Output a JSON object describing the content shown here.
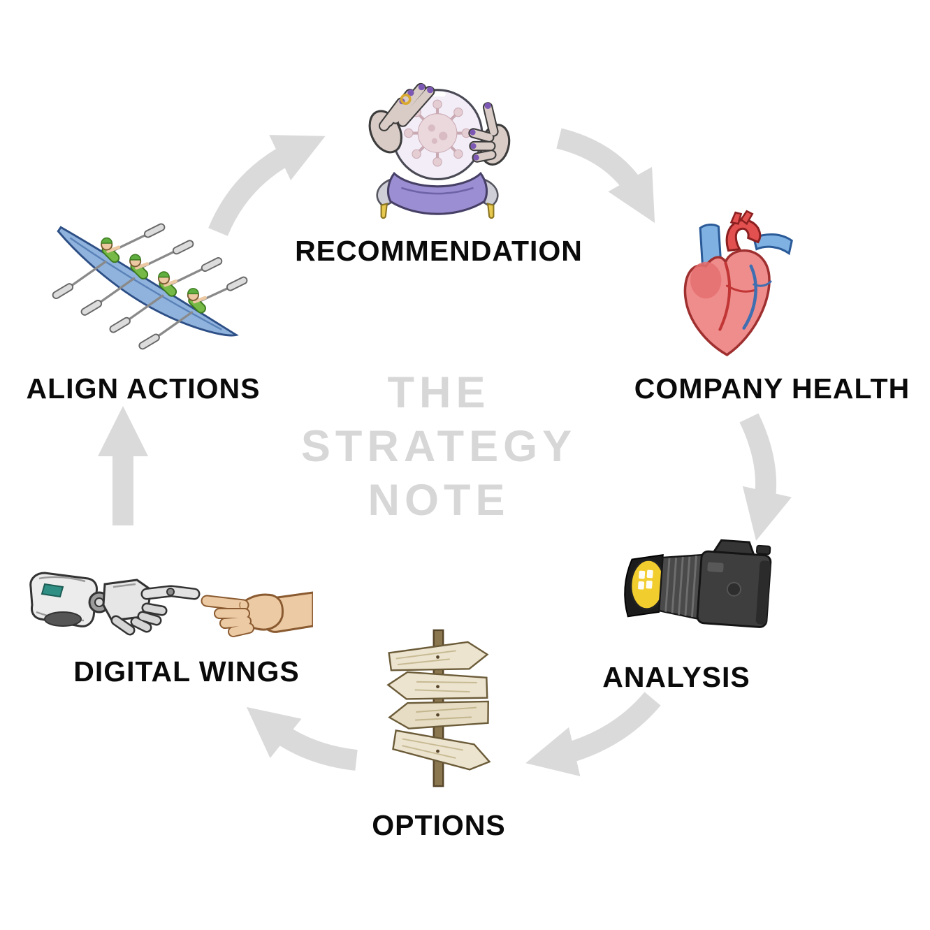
{
  "diagram": {
    "center_title_lines": [
      "THE",
      "STRATEGY",
      "NOTE"
    ],
    "colors": {
      "arrow": "#dadada",
      "center_text": "#d7d7d7",
      "label": "#0a0a0a",
      "background": "#ffffff"
    },
    "nodes": [
      {
        "id": "recommendation",
        "label": "RECOMMENDATION",
        "icon": "crystal-ball-icon"
      },
      {
        "id": "company-health",
        "label": "COMPANY HEALTH",
        "icon": "anatomical-heart-icon"
      },
      {
        "id": "analysis",
        "label": "ANALYSIS",
        "icon": "camera-icon"
      },
      {
        "id": "options",
        "label": "OPTIONS",
        "icon": "signpost-icon"
      },
      {
        "id": "digital-wings",
        "label": "DIGITAL WINGS",
        "icon": "robot-human-hands-icon"
      },
      {
        "id": "align-actions",
        "label": "ALIGN ACTIONS",
        "icon": "rowing-crew-icon"
      }
    ]
  }
}
